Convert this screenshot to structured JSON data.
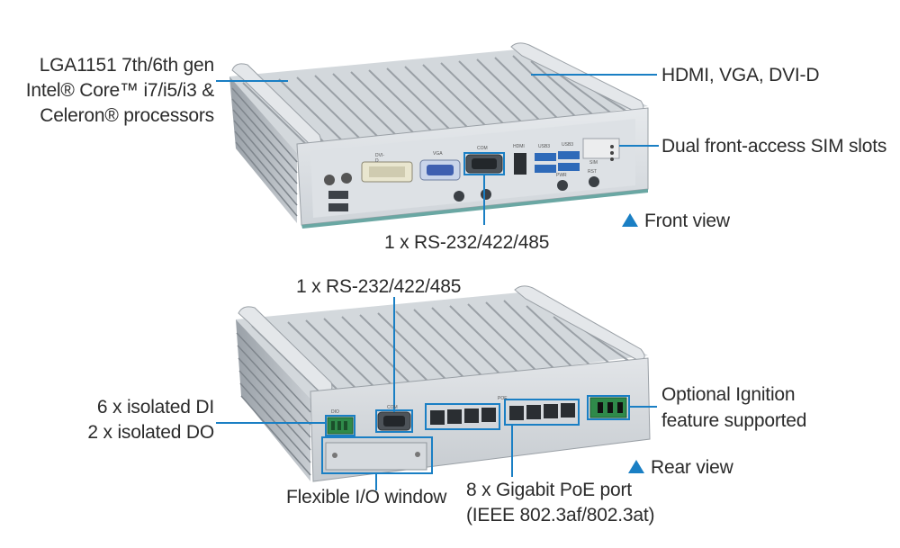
{
  "front": {
    "callouts": {
      "processor": [
        "LGA1151 7th/6th gen",
        "Intel® Core™ i7/i5/i3 &",
        "Celeron® processors"
      ],
      "display": "HDMI, VGA, DVI-D",
      "sim": "Dual front-access SIM slots",
      "serial": "1 x RS-232/422/485"
    },
    "view_label": "Front view",
    "port_labels": [
      "DVI-D",
      "VGA",
      "COM",
      "HDMI",
      "USB3",
      "USB3",
      "SIM",
      "PWR",
      "RST"
    ]
  },
  "rear": {
    "callouts": {
      "serial": "1 x RS-232/422/485",
      "dio": [
        "6 x isolated DI",
        "2 x isolated DO"
      ],
      "ignition": [
        "Optional Ignition",
        "feature supported"
      ],
      "io_window": "Flexible I/O window",
      "poe": [
        "8 x Gigabit PoE port",
        "(IEEE 802.3af/802.3at)"
      ]
    },
    "view_label": "Rear view",
    "port_labels": [
      "DIO",
      "COM",
      "POE"
    ]
  },
  "colors": {
    "accent": "#1a7fc4",
    "chassis": "#c9ced3",
    "text": "#2b2b2b"
  }
}
